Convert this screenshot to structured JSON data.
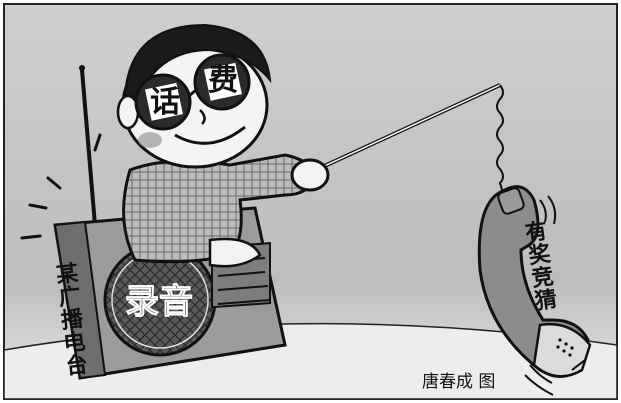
{
  "cartoon": {
    "station_label": "某广播电台",
    "radio_label": "录音",
    "glasses_left": "话",
    "glasses_right": "费",
    "prize_label": "有奖竞猜",
    "credit": "唐春成 图"
  }
}
